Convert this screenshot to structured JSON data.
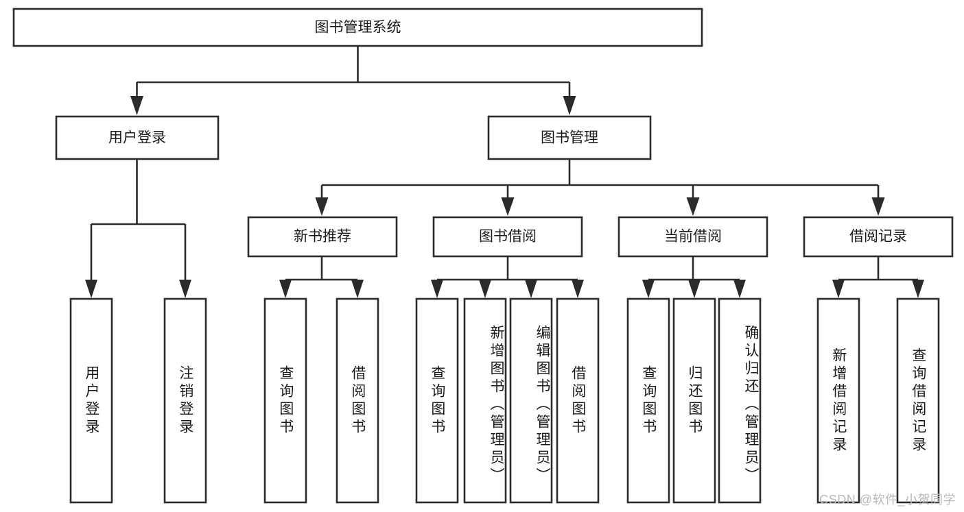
{
  "diagram": {
    "title": "图书管理系统",
    "type": "tree",
    "orientation": "top-down",
    "watermark": "CSDN @软件_小贺同学",
    "colors": {
      "box_border": "#2b2b2b",
      "box_fill": "#ffffff",
      "connector": "#2b2b2b",
      "text": "#1a1a1a",
      "background": "#ffffff",
      "watermark": "#b9b9b9"
    },
    "nodes": {
      "root": {
        "label": "图书管理系统"
      },
      "level2": [
        {
          "id": "user-login",
          "label": "用户登录"
        },
        {
          "id": "book-manage",
          "label": "图书管理"
        }
      ],
      "level3": [
        {
          "id": "new-book-recommend",
          "label": "新书推荐"
        },
        {
          "id": "book-borrow",
          "label": "图书借阅"
        },
        {
          "id": "current-borrow",
          "label": "当前借阅"
        },
        {
          "id": "borrow-record",
          "label": "借阅记录"
        }
      ],
      "leaves": {
        "user-login": [
          {
            "id": "leaf-user-login",
            "label": "用户登录"
          },
          {
            "id": "leaf-user-logout",
            "label": "注销登录"
          }
        ],
        "new-book-recommend": [
          {
            "id": "leaf-query-book-1",
            "label": "查询图书"
          },
          {
            "id": "leaf-borrow-book-1",
            "label": "借阅图书"
          }
        ],
        "book-borrow": [
          {
            "id": "leaf-query-book-2",
            "label": "查询图书"
          },
          {
            "id": "leaf-add-book",
            "label": "新增图书（管理员）"
          },
          {
            "id": "leaf-edit-book",
            "label": "编辑图书（管理员）"
          },
          {
            "id": "leaf-borrow-book-2",
            "label": "借阅图书"
          }
        ],
        "current-borrow": [
          {
            "id": "leaf-query-book-3",
            "label": "查询图书"
          },
          {
            "id": "leaf-return-book",
            "label": "归还图书"
          },
          {
            "id": "leaf-confirm-return",
            "label": "确认归还（管理员）"
          }
        ],
        "borrow-record": [
          {
            "id": "leaf-add-record",
            "label": "新增借阅记录"
          },
          {
            "id": "leaf-query-record",
            "label": "查询借阅记录"
          }
        ]
      }
    }
  }
}
